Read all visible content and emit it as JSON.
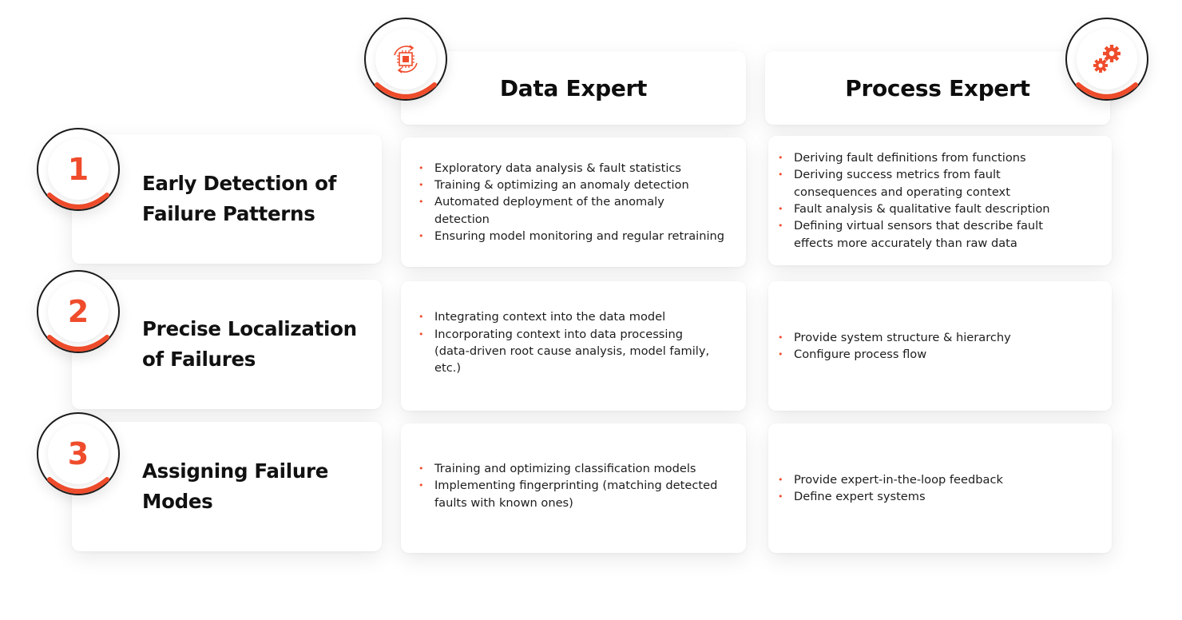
{
  "columns": {
    "data_expert": "Data Expert",
    "process_expert": "Process Expert"
  },
  "rows": [
    {
      "number": "1",
      "title_line1": "Early Detection of",
      "title_line2": "Failure Patterns",
      "data_expert": [
        "Exploratory data analysis & fault statistics",
        "Training & optimizing an anomaly detection",
        "Automated deployment of the anomaly detection",
        "Ensuring model monitoring and regular retraining"
      ],
      "process_expert": [
        "Deriving fault definitions from functions",
        "Deriving success metrics from fault consequences and operating context",
        "Fault analysis & qualitative fault description",
        "Defining virtual sensors that describe fault effects more accurately than raw data"
      ]
    },
    {
      "number": "2",
      "title_line1": "Precise Localization",
      "title_line2": "of Failures",
      "data_expert": [
        "Integrating context into the data model",
        "Incorporating context into data processing (data-driven root cause analysis, model family, etc.)"
      ],
      "process_expert": [
        "Provide system structure & hierarchy",
        "Configure process flow"
      ]
    },
    {
      "number": "3",
      "title_line1": "Assigning Failure",
      "title_line2": "Modes",
      "data_expert": [
        "Training and optimizing classification models",
        "Implementing fingerprinting (matching detected faults with known ones)"
      ],
      "process_expert": [
        "Provide expert-in-the-loop feedback",
        "Define expert systems"
      ]
    }
  ],
  "icons": {
    "data_expert": "processor-cycle-icon",
    "process_expert": "gears-icon"
  },
  "colors": {
    "accent": "#ef4c2c",
    "text": "#111111"
  }
}
